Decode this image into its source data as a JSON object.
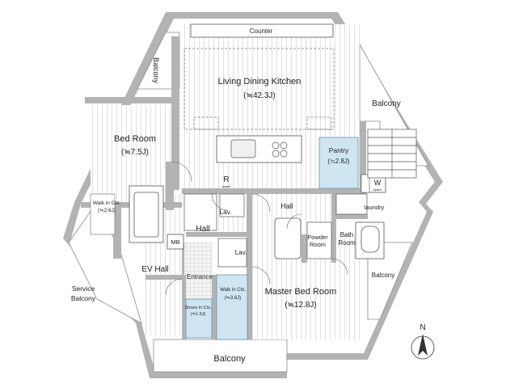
{
  "labels": {
    "counter": "Counter",
    "balcony_left": "Balcony",
    "living": "Living  Dining Kitchen",
    "living_size": "(≒42.3J)",
    "balcony_right_top": "Balcony",
    "bed_room": "Bed Room",
    "bed_room_size": "(≒7.5J)",
    "pantry": "Pantry",
    "pantry_size": "(≒2.8J)",
    "r_space": "R",
    "r_space_sub": "space",
    "w_space": "W",
    "w_space_sub": "space",
    "walk_in_clo_left": "Walk in Clo.",
    "walk_in_clo_left_size": "(≒2.6J)",
    "lav_upper": "Lav.",
    "hall_center": "Hall",
    "laundry": "laundry",
    "hall_left": "Hall",
    "mb": "MB",
    "powder_room_1": "Powder",
    "powder_room_2": "Room",
    "bath_room_1": "Bath",
    "bath_room_2": "Room",
    "lav_lower": "Lav.",
    "ev_hall": "EV  Hall",
    "entrance": "Entrance",
    "walk_in_clo_center": "Walk in Clo.",
    "walk_in_clo_center_size": "(≒3.6J)",
    "master_bed": "Master Bed Room",
    "master_bed_size": "(≒12.8J)",
    "balcony_right_bottom": "Balcony",
    "service_balcony_1": "Service",
    "service_balcony_2": "Balcony",
    "shoes_in_clo": "Shoes in Clo.",
    "shoes_in_clo_size": "(≒1.5J)",
    "balcony_bottom": "Balcony",
    "north": "N"
  },
  "colors": {
    "wall": "#b3b3b3",
    "closet_blue": "#cfe6f2",
    "wood_line": "#d4d4d4"
  }
}
